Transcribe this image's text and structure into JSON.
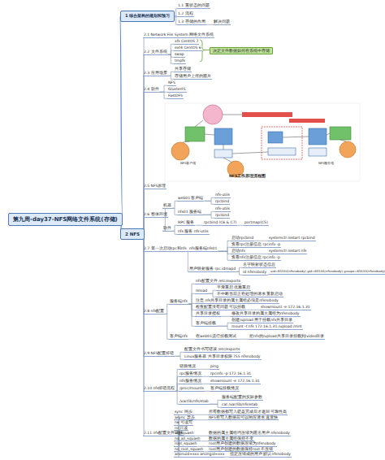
{
  "diagram": {
    "nodes": [
      {
        "text": [
          "第九周-day37-NFS网络文件系统(存储)"
        ]
      },
      {
        "text": [
          "1 综合架构的规划和预习"
        ]
      },
      {
        "text": [
          "1.1 重状态的问题"
        ]
      },
      {
        "text": [
          "1.2 流程"
        ]
      },
      {
        "text": [
          "1.3 存储的作用"
        ]
      },
      {
        "text": [
          "解决问题"
        ]
      },
      {
        "text": [
          "2 NFS"
        ]
      },
      {
        "text": [
          "2.1 Network File System 网络文件系统"
        ]
      },
      {
        "text": [
          "2.2 文件系统"
        ]
      },
      {
        "text": [
          "xfs CentOS 7"
        ]
      },
      {
        "text": [
          "ext4 CentOS 6"
        ]
      },
      {
        "text": [
          "swap"
        ]
      },
      {
        "text": [
          "tmpfs"
        ]
      },
      {
        "text": [
          "决定文件数据如何在系统中存储"
        ]
      },
      {
        "text": [
          "2.3 应用场景"
        ]
      },
      {
        "text": [
          "共享存储"
        ]
      },
      {
        "text": [
          "存储用户上传的图片"
        ]
      },
      {
        "text": [
          "2.4 软件"
        ]
      },
      {
        "text": [
          "NFS"
        ]
      },
      {
        "text": [
          "GlusterFS"
        ]
      },
      {
        "text": [
          "FastDFS"
        ]
      },
      {
        "text": [
          "2.5 NFS原理"
        ]
      },
      {
        "text": [
          "2.6 整体环境"
        ]
      },
      {
        "text": [
          "机器"
        ]
      },
      {
        "text": [
          "web01 客户端"
        ]
      },
      {
        "text": [
          "nfs-utils"
        ]
      },
      {
        "text": [
          "rpcbind"
        ]
      },
      {
        "text": [
          "nfs01 服务端"
        ]
      },
      {
        "text": [
          "nfs-utils"
        ]
      },
      {
        "text": [
          "rpcbind"
        ]
      },
      {
        "text": [
          "软件"
        ]
      },
      {
        "text": [
          "RPC 服务"
        ]
      },
      {
        "text": [
          "rpcbind (C6 & C7)"
        ]
      },
      {
        "text": [
          "portmap(C5)"
        ]
      },
      {
        "text": [
          "nfs 服务 nfs-utils"
        ]
      },
      {
        "text": [
          "2.7 第一次启动rpc和nfs"
        ]
      },
      {
        "text": [
          "nfs服务端nfs01"
        ]
      },
      {
        "text": [
          "启动rpcbind"
        ]
      },
      {
        "text": [
          "systemctl restart rpcbind"
        ]
      },
      {
        "text": [
          "查看rpc注册信息 rpcinfo -p"
        ]
      },
      {
        "text": [
          "启动nfs"
        ]
      },
      {
        "text": [
          "systemctl restart nfs"
        ]
      },
      {
        "text": [
          "查看nfs注册信息 rpcinfo -p"
        ]
      },
      {
        "text": [
          "用户映射服务 rpc.idmapd"
        ]
      },
      {
        "text": [
          "名字映射状态信息"
        ]
      },
      {
        "text": [
          "id nfsnobody"
        ]
      },
      {
        "text": [
          "uid=65534(nfsnobody) gid=65534(nfsnobody) groups=65534(nfsnobody)"
        ]
      },
      {
        "text": [
          "2.8 nfs配置"
        ]
      },
      {
        "text": [
          "服务端nfs"
        ]
      },
      {
        "text": [
          "nfs配置文件 /etc/exports"
        ]
      },
      {
        "text": [
          "reload"
        ]
      },
      {
        "text": [
          "平滑重启 优雅重启"
        ]
      },
      {
        "text": [
          "不中断当前正在处理的请求 重新启动"
        ]
      },
      {
        "text": [
          "注意 nfs共享目录的属主属组必须是nfsnobody"
        ]
      },
      {
        "text": [
          "检查配置没有问题 可以挂载"
        ]
      },
      {
        "text": [
          "showmount -e 172.16.1.31"
        ]
      },
      {
        "text": [
          "共享目录授权"
        ]
      },
      {
        "text": [
          "修改共享目录的属主属组为nfsnobody"
        ]
      },
      {
        "text": [
          "客户端挂载"
        ]
      },
      {
        "text": [
          "创建/upload 用于挂载nfs共享目录"
        ]
      },
      {
        "text": [
          "mount -t nfs 172.16.1.31:/upload /mnt"
        ]
      },
      {
        "text": [
          "客户端nfs"
        ]
      },
      {
        "text": [
          "在web01进行挂载测试"
        ]
      },
      {
        "text": [
          "把nfs的/upload共享目录挂载到/video目录"
        ]
      },
      {
        "text": [
          "2.9 NFS配置排错"
        ]
      },
      {
        "text": [
          "配置文件书写错误 /etc/exports"
        ]
      },
      {
        "text": [
          "Linux服务器 共享目录权限 755 nfsnobody"
        ]
      },
      {
        "text": [
          "2.10 nfs排错流程"
        ]
      },
      {
        "text": [
          "链路情况"
        ]
      },
      {
        "text": [
          "ping"
        ]
      },
      {
        "text": [
          "rpc服务情况"
        ]
      },
      {
        "text": [
          "rpcinfo -p 172.16.1.31"
        ]
      },
      {
        "text": [
          "nfs服务情况"
        ]
      },
      {
        "text": [
          "showmount -e 172.16.1.31"
        ]
      },
      {
        "text": [
          "/proc/mounts"
        ]
      },
      {
        "text": [
          "客户端挂载情况"
        ]
      },
      {
        "text": [
          "/var/lib/nfs/etab"
        ]
      },
      {
        "text": [
          "服务端配置的实际参数"
        ]
      },
      {
        "text": [
          "cat /var/lib/nfs/etab"
        ]
      },
      {
        "text": [
          "2.11 nfs配置文件详解"
        ]
      },
      {
        "text": [
          "sync 同步"
        ]
      },
      {
        "text": [
          "所有数据都写入硬盘完成后才返回 可靠性高"
        ]
      },
      {
        "text": [
          "async 异步"
        ]
      },
      {
        "text": [
          "NFS在写入数据前可以响应请求 速度快"
        ]
      },
      {
        "text": [
          "rw 可读写"
        ]
      },
      {
        "text": [
          "ro 只读"
        ]
      },
      {
        "text": [
          "all_squash"
        ]
      },
      {
        "text": [
          "数据的属主属组均压缩为匿名用户 nfsnobody"
        ]
      },
      {
        "text": [
          "no_all_squash"
        ]
      },
      {
        "text": [
          "数据的属主属组保持不变"
        ]
      },
      {
        "text": [
          "root_squash"
        ]
      },
      {
        "text": [
          "root用户创建的数据压缩为nfsnobody"
        ]
      },
      {
        "text": [
          "no_root_squash"
        ]
      },
      {
        "text": [
          "root用户创建的数据保持root 不压缩"
        ]
      },
      {
        "text": [
          "anonuid=xxx anongid=xxx"
        ]
      },
      {
        "text": [
          "指定压缩成的用户 默认nfsnobody"
        ]
      }
    ],
    "edges": [
      {
        "from": 0,
        "to": 1,
        "arrow": "none"
      },
      {
        "from": 0,
        "to": 6,
        "arrow": "none"
      },
      {
        "from": 1,
        "to": 2,
        "arrow": "none"
      },
      {
        "from": 1,
        "to": 3,
        "arrow": "none"
      },
      {
        "from": 1,
        "to": 4,
        "arrow": "none"
      },
      {
        "from": 4,
        "to": 5,
        "arrow": "none"
      },
      {
        "from": 6,
        "to": 7,
        "arrow": "none"
      },
      {
        "from": 6,
        "to": 8,
        "arrow": "none"
      },
      {
        "from": 8,
        "to": 9,
        "arrow": "none"
      },
      {
        "from": 8,
        "to": 10,
        "arrow": "none"
      },
      {
        "from": 8,
        "to": 11,
        "arrow": "none"
      },
      {
        "from": 8,
        "to": 12,
        "arrow": "none"
      },
      {
        "from": 6,
        "to": 14,
        "arrow": "none"
      },
      {
        "from": 14,
        "to": 15,
        "arrow": "none"
      },
      {
        "from": 14,
        "to": 16,
        "arrow": "none"
      },
      {
        "from": 6,
        "to": 17,
        "arrow": "none"
      },
      {
        "from": 17,
        "to": 18,
        "arrow": "none"
      },
      {
        "from": 17,
        "to": 19,
        "arrow": "none"
      },
      {
        "from": 17,
        "to": 20,
        "arrow": "none"
      },
      {
        "from": 6,
        "to": 21,
        "arrow": "none"
      },
      {
        "from": 6,
        "to": 22,
        "arrow": "none"
      },
      {
        "from": 22,
        "to": 23,
        "arrow": "none"
      },
      {
        "from": 23,
        "to": 24,
        "arrow": "none"
      },
      {
        "from": 24,
        "to": 25,
        "arrow": "none"
      },
      {
        "from": 24,
        "to": 26,
        "arrow": "none"
      },
      {
        "from": 23,
        "to": 27,
        "arrow": "none"
      },
      {
        "from": 27,
        "to": 28,
        "arrow": "none"
      },
      {
        "from": 27,
        "to": 29,
        "arrow": "none"
      },
      {
        "from": 22,
        "to": 30,
        "arrow": "none"
      },
      {
        "from": 30,
        "to": 31,
        "arrow": "none"
      },
      {
        "from": 31,
        "to": 32,
        "arrow": "none"
      },
      {
        "from": 32,
        "to": 33,
        "arrow": "none"
      },
      {
        "from": 30,
        "to": 34,
        "arrow": "none"
      },
      {
        "from": 6,
        "to": 35,
        "arrow": "none"
      },
      {
        "from": 35,
        "to": 36,
        "arrow": "none"
      },
      {
        "from": 36,
        "to": 37,
        "arrow": "none"
      },
      {
        "from": 37,
        "to": 38,
        "arrow": "none"
      },
      {
        "from": 36,
        "to": 39,
        "arrow": "none"
      },
      {
        "from": 36,
        "to": 40,
        "arrow": "none"
      },
      {
        "from": 40,
        "to": 41,
        "arrow": "none"
      },
      {
        "from": 36,
        "to": 42,
        "arrow": "none"
      },
      {
        "from": 35,
        "to": 43,
        "arrow": "none"
      },
      {
        "from": 43,
        "to": 44,
        "arrow": "none"
      },
      {
        "from": 43,
        "to": 45,
        "arrow": "none"
      },
      {
        "from": 45,
        "to": 46,
        "arrow": "none"
      },
      {
        "from": 6,
        "to": 47,
        "arrow": "none"
      },
      {
        "from": 47,
        "to": 48,
        "arrow": "none"
      },
      {
        "from": 48,
        "to": 49,
        "arrow": "none"
      },
      {
        "from": 48,
        "to": 50,
        "arrow": "none"
      },
      {
        "from": 50,
        "to": 51,
        "arrow": "none"
      },
      {
        "from": 50,
        "to": 52,
        "arrow": "none"
      },
      {
        "from": 48,
        "to": 53,
        "arrow": "none"
      },
      {
        "from": 48,
        "to": 54,
        "arrow": "none"
      },
      {
        "from": 54,
        "to": 55,
        "arrow": "none"
      },
      {
        "from": 48,
        "to": 56,
        "arrow": "none"
      },
      {
        "from": 56,
        "to": 57,
        "arrow": "none"
      },
      {
        "from": 48,
        "to": 58,
        "arrow": "none"
      },
      {
        "from": 58,
        "to": 59,
        "arrow": "none"
      },
      {
        "from": 58,
        "to": 60,
        "arrow": "none"
      },
      {
        "from": 47,
        "to": 61,
        "arrow": "none"
      },
      {
        "from": 61,
        "to": 62,
        "arrow": "none"
      },
      {
        "from": 62,
        "to": 63,
        "arrow": "none"
      },
      {
        "from": 6,
        "to": 64,
        "arrow": "none"
      },
      {
        "from": 64,
        "to": 65,
        "arrow": "none"
      },
      {
        "from": 64,
        "to": 66,
        "arrow": "none"
      },
      {
        "from": 6,
        "to": 67,
        "arrow": "none"
      },
      {
        "from": 67,
        "to": 68,
        "arrow": "none"
      },
      {
        "from": 68,
        "to": 69,
        "arrow": "none"
      },
      {
        "from": 67,
        "to": 70,
        "arrow": "none"
      },
      {
        "from": 70,
        "to": 71,
        "arrow": "none"
      },
      {
        "from": 67,
        "to": 72,
        "arrow": "none"
      },
      {
        "from": 72,
        "to": 73,
        "arrow": "none"
      },
      {
        "from": 67,
        "to": 74,
        "arrow": "none"
      },
      {
        "from": 74,
        "to": 75,
        "arrow": "none"
      },
      {
        "from": 67,
        "to": 76,
        "arrow": "none"
      },
      {
        "from": 76,
        "to": 77,
        "arrow": "none"
      },
      {
        "from": 76,
        "to": 78,
        "arrow": "none"
      },
      {
        "from": 6,
        "to": 79,
        "arrow": "none"
      },
      {
        "from": 79,
        "to": 80,
        "arrow": "none"
      },
      {
        "from": 80,
        "to": 81,
        "arrow": "none"
      },
      {
        "from": 79,
        "to": 82,
        "arrow": "none"
      },
      {
        "from": 82,
        "to": 83,
        "arrow": "none"
      },
      {
        "from": 79,
        "to": 84,
        "arrow": "none"
      },
      {
        "from": 79,
        "to": 85,
        "arrow": "none"
      },
      {
        "from": 79,
        "to": 86,
        "arrow": "none"
      },
      {
        "from": 86,
        "to": 87,
        "arrow": "none"
      },
      {
        "from": 79,
        "to": 88,
        "arrow": "none"
      },
      {
        "from": 88,
        "to": 89,
        "arrow": "none"
      },
      {
        "from": 79,
        "to": 90,
        "arrow": "none"
      },
      {
        "from": 90,
        "to": 91,
        "arrow": "none"
      },
      {
        "from": 79,
        "to": 92,
        "arrow": "none"
      },
      {
        "from": 92,
        "to": 93,
        "arrow": "none"
      },
      {
        "from": 79,
        "to": 94,
        "arrow": "none"
      },
      {
        "from": 94,
        "to": 95,
        "arrow": "none"
      }
    ],
    "labels": [
      "NFS工作原理流程图",
      "NFS客户端",
      "NFS服务端"
    ]
  }
}
